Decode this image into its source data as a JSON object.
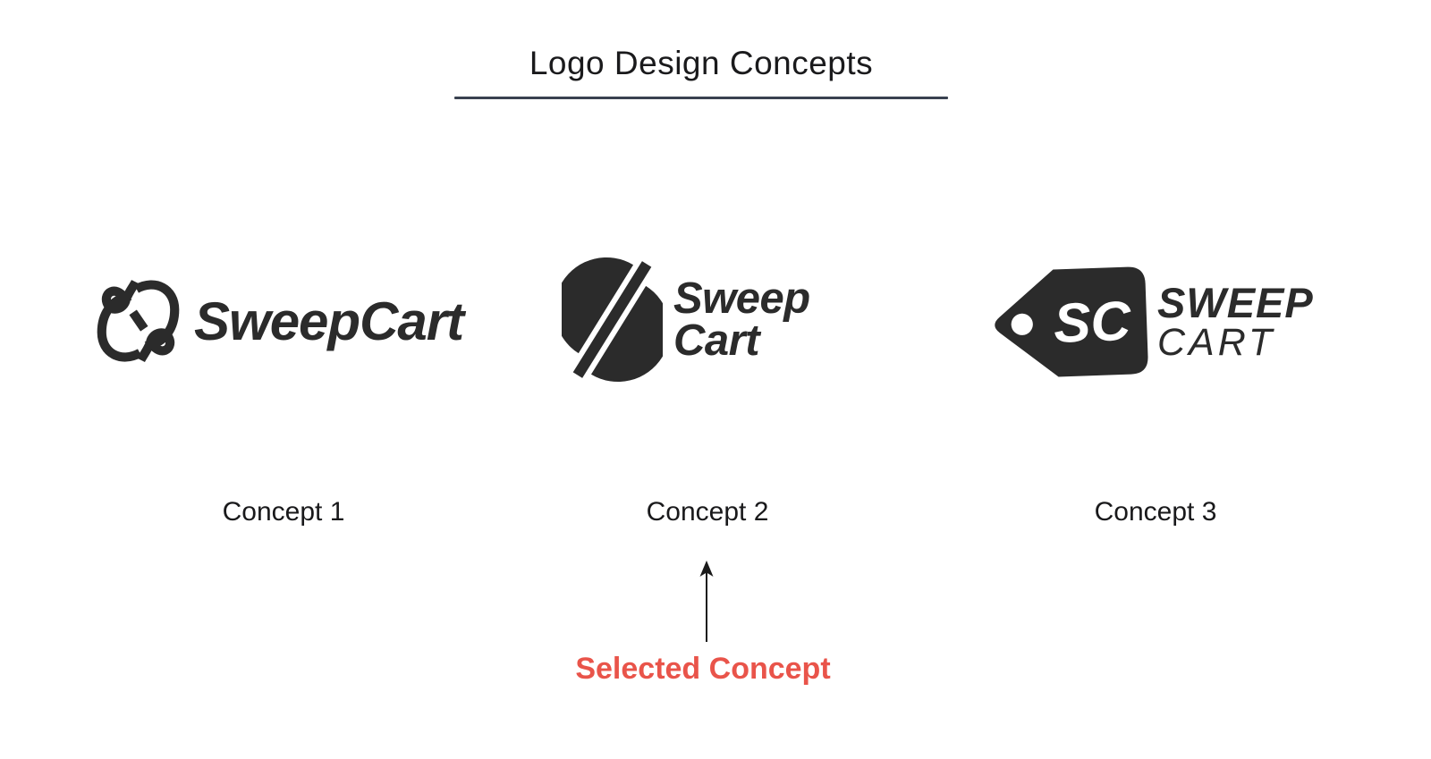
{
  "header": {
    "title": "Logo Design Concepts"
  },
  "colors": {
    "ink": "#2B2B2B",
    "heading_text": "#1A1A1C",
    "underline": "#3A4150",
    "accent_red": "#E9544A",
    "background": "#FFFFFF",
    "tag_monogram_text": "#FFFFFF"
  },
  "concepts": [
    {
      "label": "Concept 1",
      "icon": "interlocked-swirl-icon",
      "wordmark": "SweepCart"
    },
    {
      "label": "Concept 2",
      "icon": "split-s-slash-icon",
      "wordmark_line1": "Sweep",
      "wordmark_line2": "Cart"
    },
    {
      "label": "Concept 3",
      "icon": "price-tag-icon",
      "monogram": "SC",
      "wordmark_line1": "SWEEP",
      "wordmark_line2": "CART"
    }
  ],
  "annotation": {
    "label": "Selected Concept",
    "arrow": "up-arrow",
    "points_to": "Concept 2"
  }
}
